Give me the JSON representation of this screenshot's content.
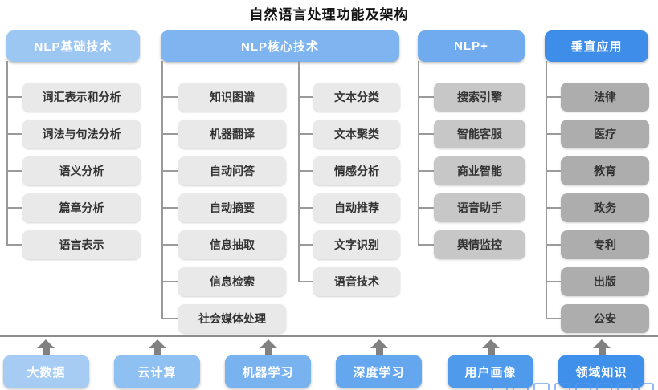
{
  "title": "自然语言处理功能及架构",
  "colors": {
    "connector_line": "#9a9a9a",
    "separator_line": "#8c8c8c",
    "arrow": "#818181",
    "node_text": "#333333",
    "header_text": "#ffffff"
  },
  "columns": [
    {
      "header": "NLP基础技术",
      "header_color": "#9dc7f3",
      "item_color": "#e9e9e9",
      "items": [
        "词汇表示和分析",
        "词法与句法分析",
        "语义分析",
        "篇章分析",
        "语言表示"
      ]
    },
    {
      "header": "NLP核心技术",
      "header_color": "#7eb5f0",
      "item_color": "#e9e9e9",
      "items_left": [
        "知识图谱",
        "机器翻译",
        "自动问答",
        "自动摘要",
        "信息抽取",
        "信息检索",
        "社会媒体处理"
      ],
      "items_right": [
        "文本分类",
        "文本聚类",
        "情感分析",
        "自动推荐",
        "文字识别",
        "语音技术"
      ]
    },
    {
      "header": "NLP+",
      "header_color": "#6fabee",
      "item_color": "#c7c7c7",
      "items": [
        "搜索引擎",
        "智能客服",
        "商业智能",
        "语音助手",
        "舆情监控"
      ]
    },
    {
      "header": "垂直应用",
      "header_color": "#3d8de9",
      "item_color": "#adadad",
      "items": [
        "法律",
        "医疗",
        "教育",
        "政务",
        "专利",
        "出版",
        "公安"
      ]
    }
  ],
  "foundation": [
    {
      "label": "大数据",
      "color": "#a6ccf4"
    },
    {
      "label": "云计算",
      "color": "#8fc0f2"
    },
    {
      "label": "机器学习",
      "color": "#78b3f0"
    },
    {
      "label": "深度学习",
      "color": "#64a7ee"
    },
    {
      "label": "用户画像",
      "color": "#509aec"
    },
    {
      "label": "领域知识",
      "color": "#3f90ea"
    }
  ]
}
